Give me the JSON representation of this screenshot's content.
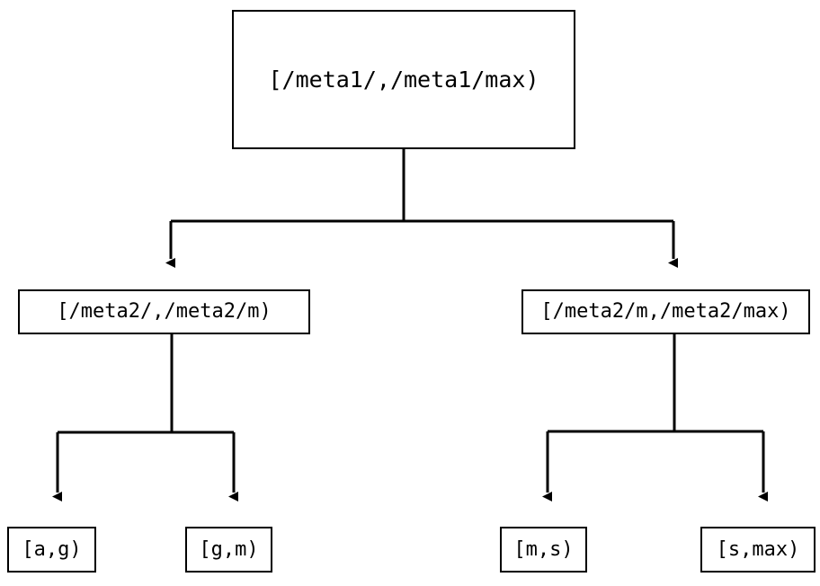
{
  "diagram": {
    "type": "tree",
    "orientation": "top-down",
    "background_color": "#ffffff",
    "line_color": "#000000",
    "text_color": "#000000",
    "nodes": {
      "root": {
        "label": "[/meta1/,/meta1/max)",
        "level": 0
      },
      "mid_left": {
        "label": "[/meta2/,/meta2/m)",
        "level": 1
      },
      "mid_right": {
        "label": "[/meta2/m,/meta2/max)",
        "level": 1
      },
      "leaf_ag": {
        "label": "[a,g)",
        "level": 2
      },
      "leaf_gm": {
        "label": "[g,m)",
        "level": 2
      },
      "leaf_ms": {
        "label": "[m,s)",
        "level": 2
      },
      "leaf_smax": {
        "label": "[s,max)",
        "level": 2
      }
    },
    "edges": [
      {
        "from": "root",
        "to": "mid_left",
        "arrowhead": "filled-triangle"
      },
      {
        "from": "root",
        "to": "mid_right",
        "arrowhead": "filled-triangle"
      },
      {
        "from": "mid_left",
        "to": "leaf_ag",
        "arrowhead": "filled-triangle"
      },
      {
        "from": "mid_left",
        "to": "leaf_gm",
        "arrowhead": "filled-triangle"
      },
      {
        "from": "mid_right",
        "to": "leaf_ms",
        "arrowhead": "filled-triangle"
      },
      {
        "from": "mid_right",
        "to": "leaf_smax",
        "arrowhead": "filled-triangle"
      }
    ]
  }
}
